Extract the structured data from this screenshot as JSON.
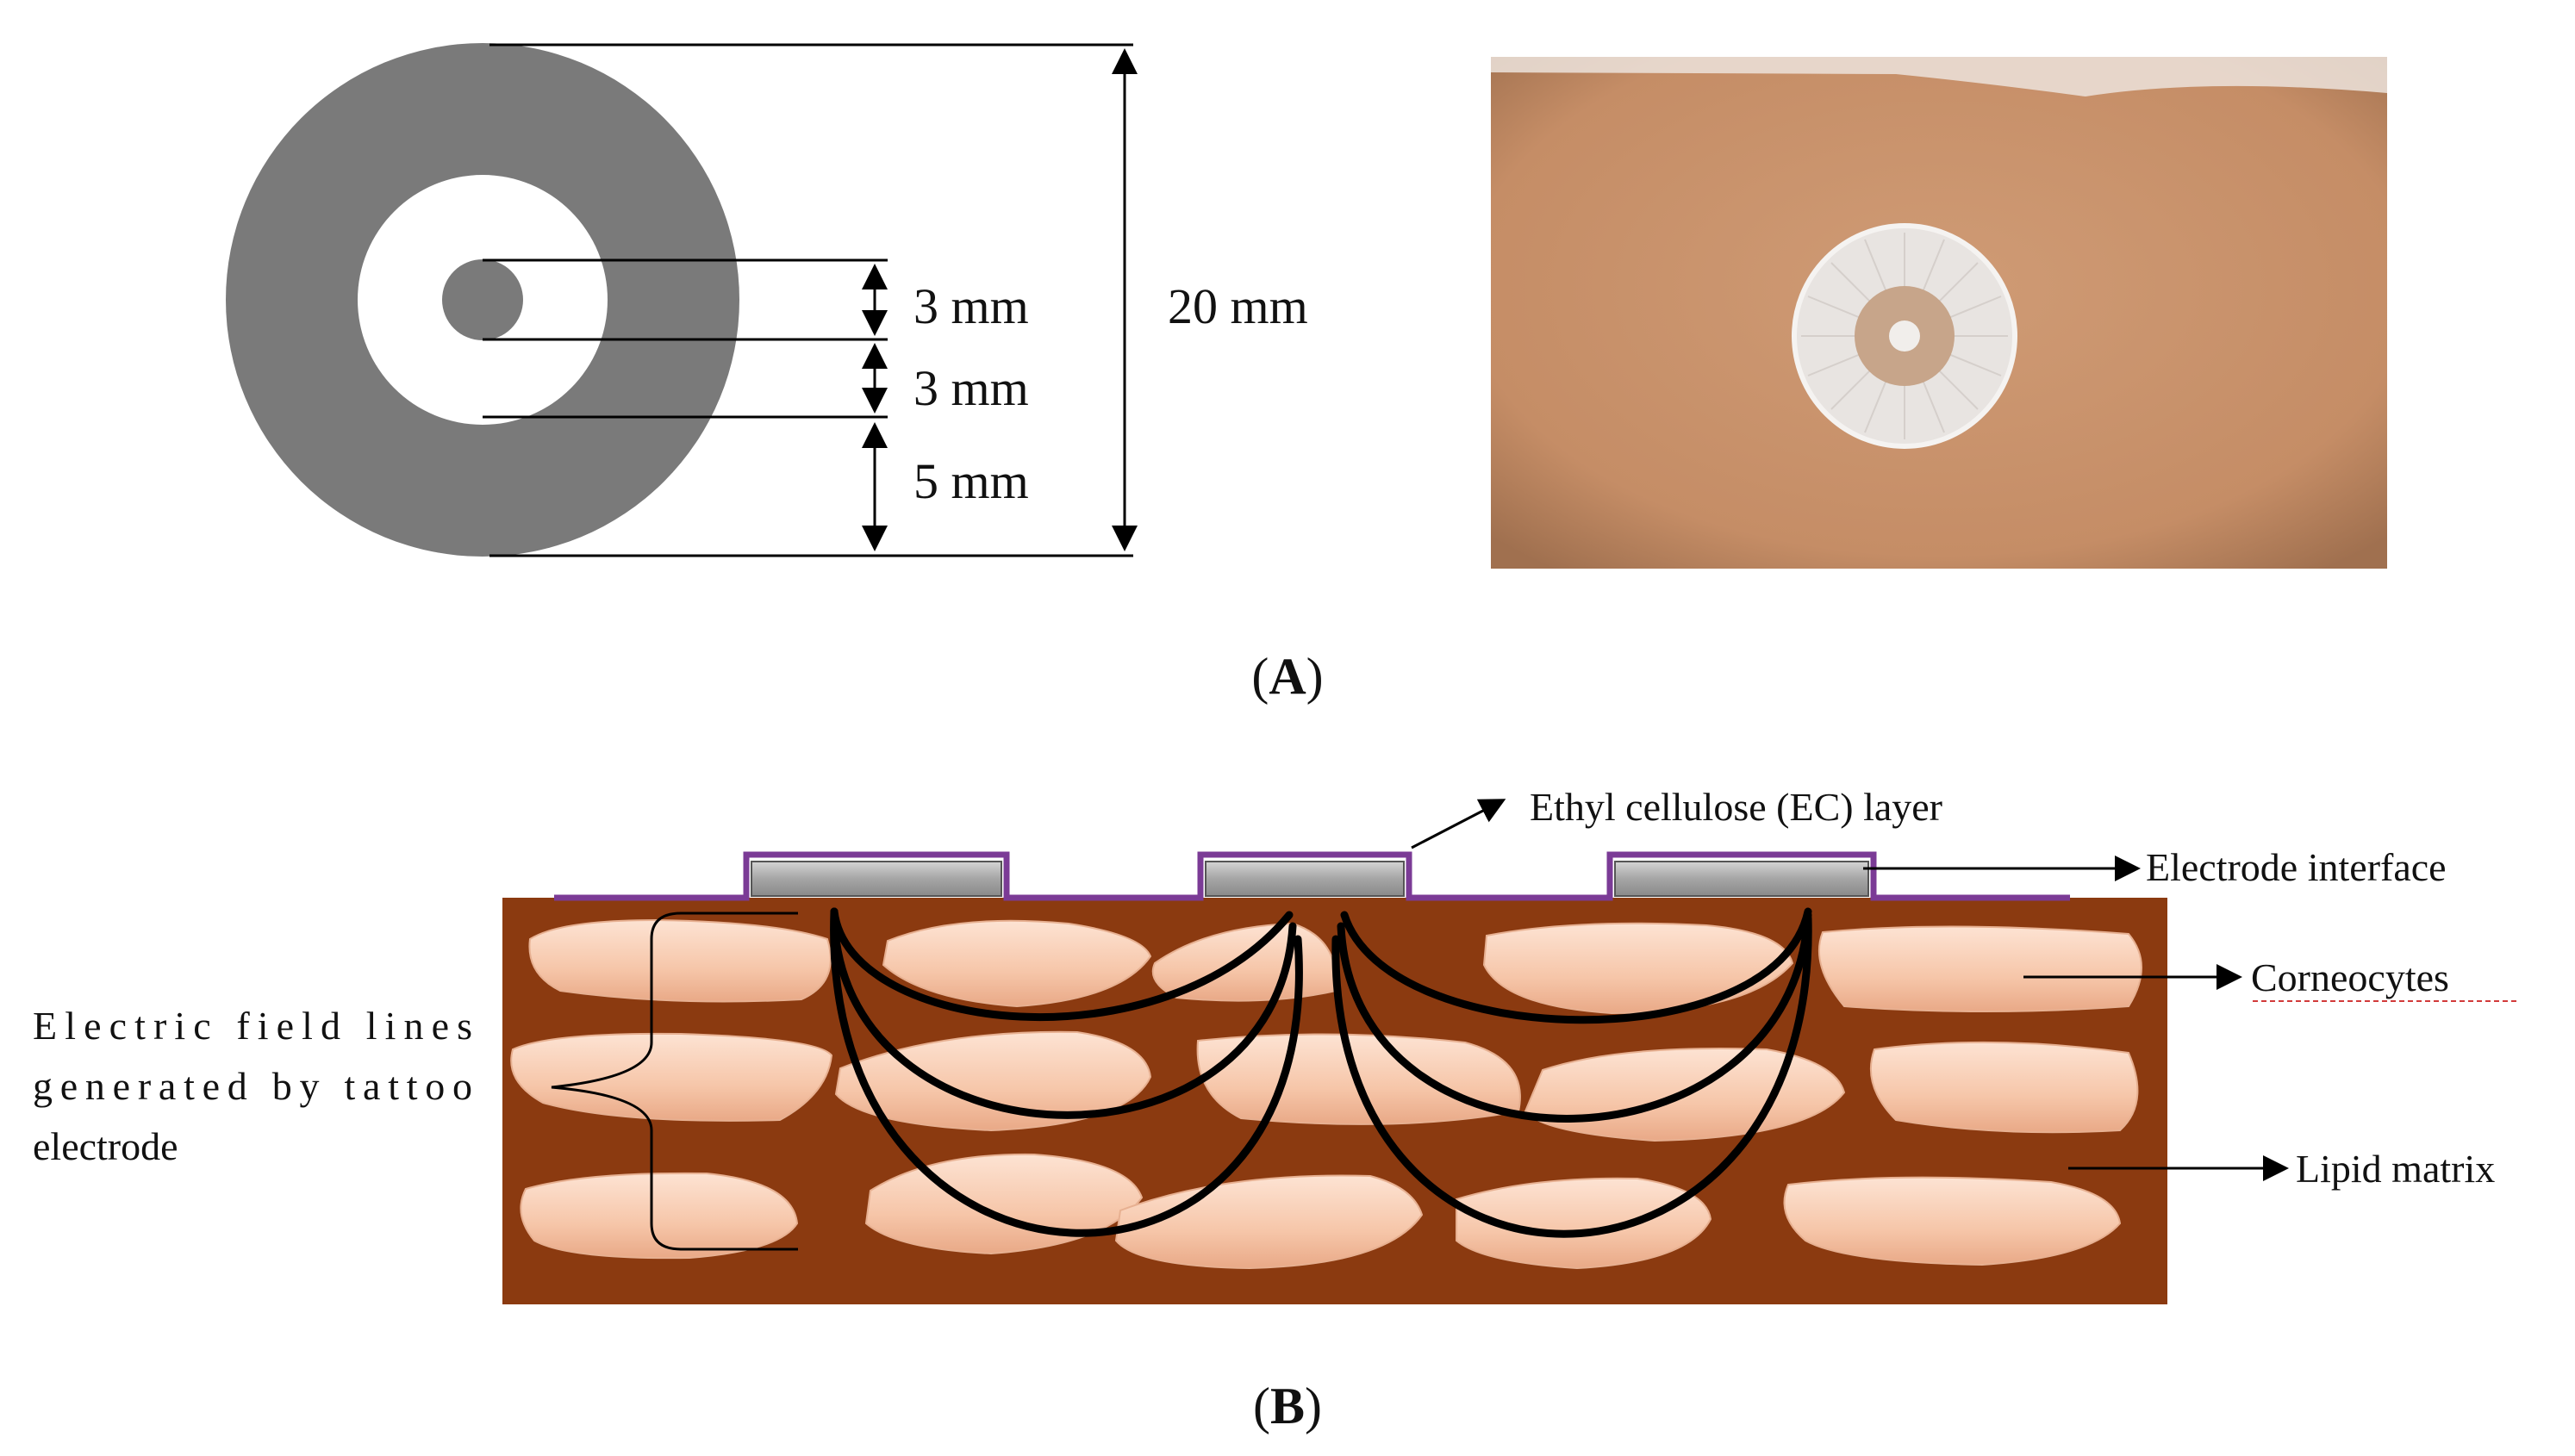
{
  "panel_a": {
    "label_open": "(",
    "label_letter": "A",
    "label_close": ")",
    "dimensions": {
      "inner_gap": "3 mm",
      "ring_gap": "3 mm",
      "outer_ring": "5 mm",
      "overall": "20 mm"
    },
    "colors": {
      "electrode": "#7a7a7a",
      "skin": "#c9946c",
      "tattoo": "#eae6e2"
    }
  },
  "panel_b": {
    "label_open": "(",
    "label_letter": "B",
    "label_close": ")",
    "labels": {
      "ec_layer": "Ethyl cellulose (EC) layer",
      "electrode_interface": "Electrode interface",
      "corneocytes": "Corneocytes",
      "lipid_matrix": "Lipid matrix",
      "field_lines_line1": "Electric field lines",
      "field_lines_line2": "generated by tattoo",
      "field_lines_line3": "electrode"
    },
    "colors": {
      "lipid_matrix": "#8b3a10",
      "corneocyte": "#f6c8ae",
      "ec_layer": "#7b3b96",
      "electrode": "#a9a9a9",
      "field_line": "#000000"
    }
  }
}
